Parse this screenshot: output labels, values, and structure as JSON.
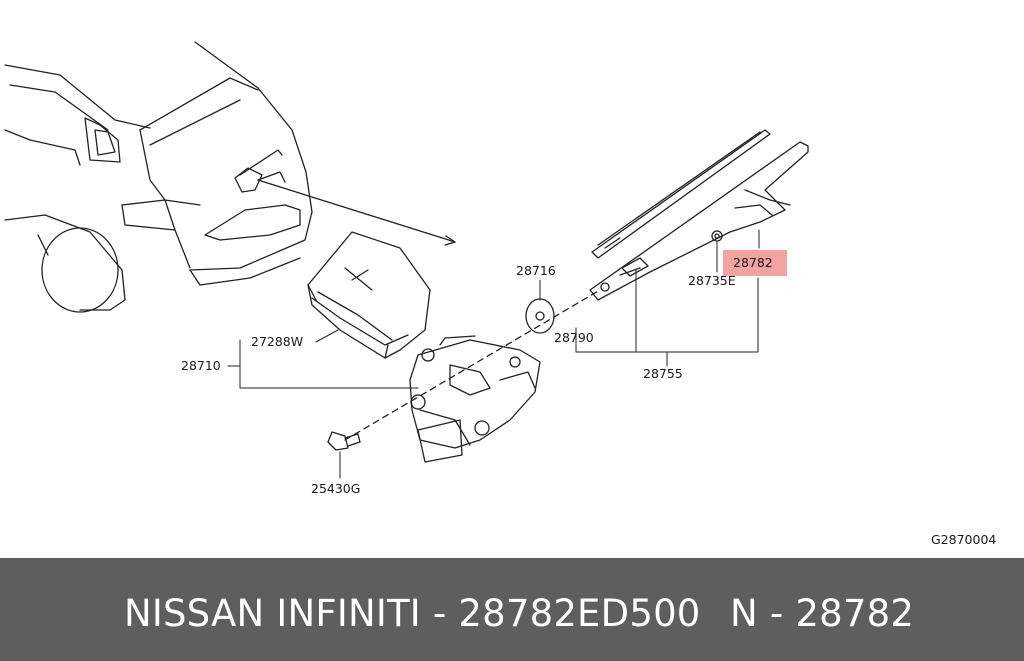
{
  "diagram": {
    "drawing_code": "G2870004",
    "highlight_color": "#f4a3a3",
    "labels": {
      "p28716": "28716",
      "p28782": "28782",
      "p28735E": "28735E",
      "p28790": "28790",
      "p27288W": "27288W",
      "p28710": "28710",
      "p28755": "28755",
      "p25430G": "25430G"
    },
    "highlighted_part": "28782"
  },
  "footer": {
    "brand_part": "NISSAN INFINITI - 28782ED500",
    "short_part": "N - 28782",
    "background": "#5e5e5e"
  }
}
